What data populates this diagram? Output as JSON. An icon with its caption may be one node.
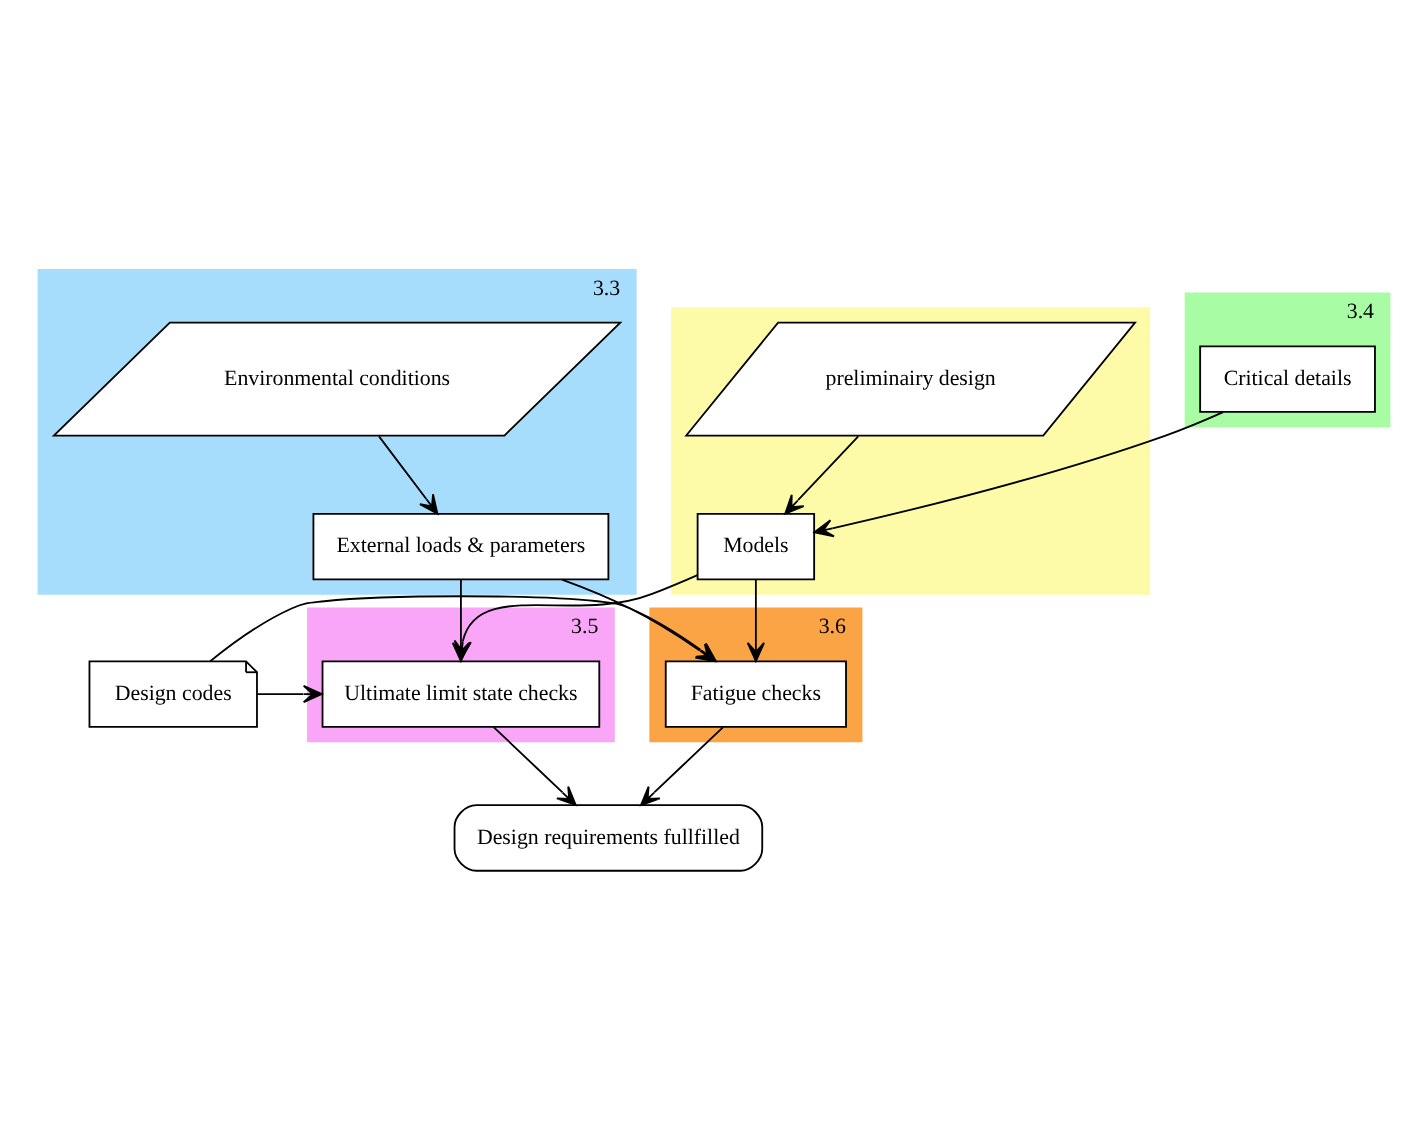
{
  "diagram": {
    "nodes": [
      {
        "text": [
          "3.3"
        ]
      },
      {
        "text": [
          "Environmental conditions"
        ],
        "in": 0
      },
      {
        "text": [
          "External loads & parameters"
        ],
        "in": 0
      },
      {
        "text": [],
        "shape": "box"
      },
      {
        "text": [
          "preliminairy design"
        ],
        "in": 3
      },
      {
        "text": [
          "Models"
        ],
        "in": 3
      },
      {
        "text": [
          "3.4"
        ]
      },
      {
        "text": [
          "Critical details"
        ],
        "in": 6
      },
      {
        "text": [
          "3.5"
        ]
      },
      {
        "text": [
          "Ultimate limit state checks"
        ],
        "in": 8
      },
      {
        "text": [
          "3.6"
        ]
      },
      {
        "text": [
          "Fatigue checks"
        ],
        "in": 10
      },
      {
        "text": [
          "Design codes"
        ]
      },
      {
        "text": [
          "Design requirements fullfilled"
        ]
      }
    ],
    "edges": [
      {
        "from": 1,
        "to": 2,
        "arrow": "to"
      },
      {
        "from": 4,
        "to": 5,
        "arrow": "to"
      },
      {
        "from": 7,
        "to": 5,
        "arrow": "to"
      },
      {
        "from": 2,
        "to": 9,
        "arrow": "to"
      },
      {
        "from": 2,
        "to": 11,
        "arrow": "to"
      },
      {
        "from": 5,
        "to": 9,
        "arrow": "to"
      },
      {
        "from": 5,
        "to": 11,
        "arrow": "to"
      },
      {
        "from": 12,
        "to": 9,
        "arrow": "to"
      },
      {
        "from": 12,
        "to": 11,
        "arrow": "to"
      },
      {
        "from": 9,
        "to": 13,
        "arrow": "to"
      },
      {
        "from": 11,
        "to": 13,
        "arrow": "to"
      }
    ]
  }
}
